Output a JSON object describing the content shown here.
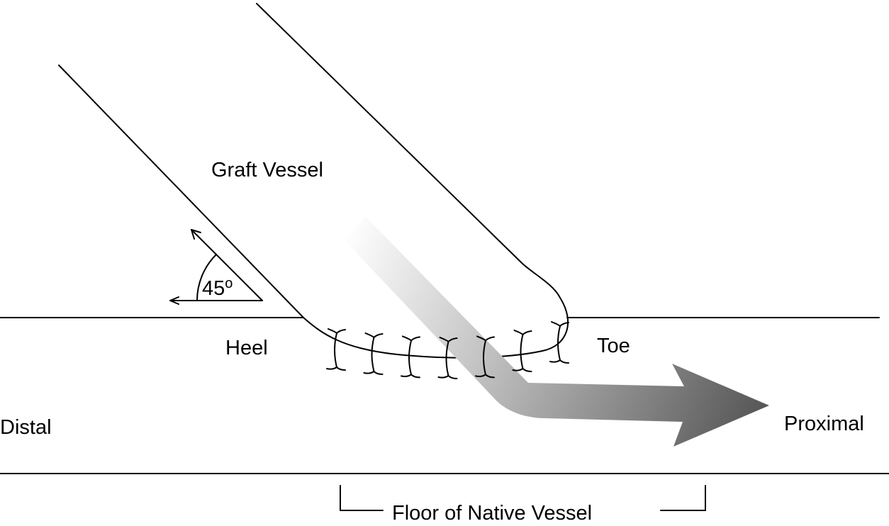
{
  "labels": {
    "graft_vessel": "Graft Vessel",
    "angle": "45",
    "angle_unit": "o",
    "heel": "Heel",
    "toe": "Toe",
    "distal": "Distal",
    "proximal": "Proximal",
    "floor": "Floor of Native Vessel"
  },
  "colors": {
    "line": "#000000",
    "flow_arrow_start": "#ffffff",
    "flow_arrow_end": "#5a5a5a"
  },
  "icons": {
    "flow": "flow-direction-arrow",
    "sutures": "suture-stitch-icon"
  },
  "suture_count": 7
}
